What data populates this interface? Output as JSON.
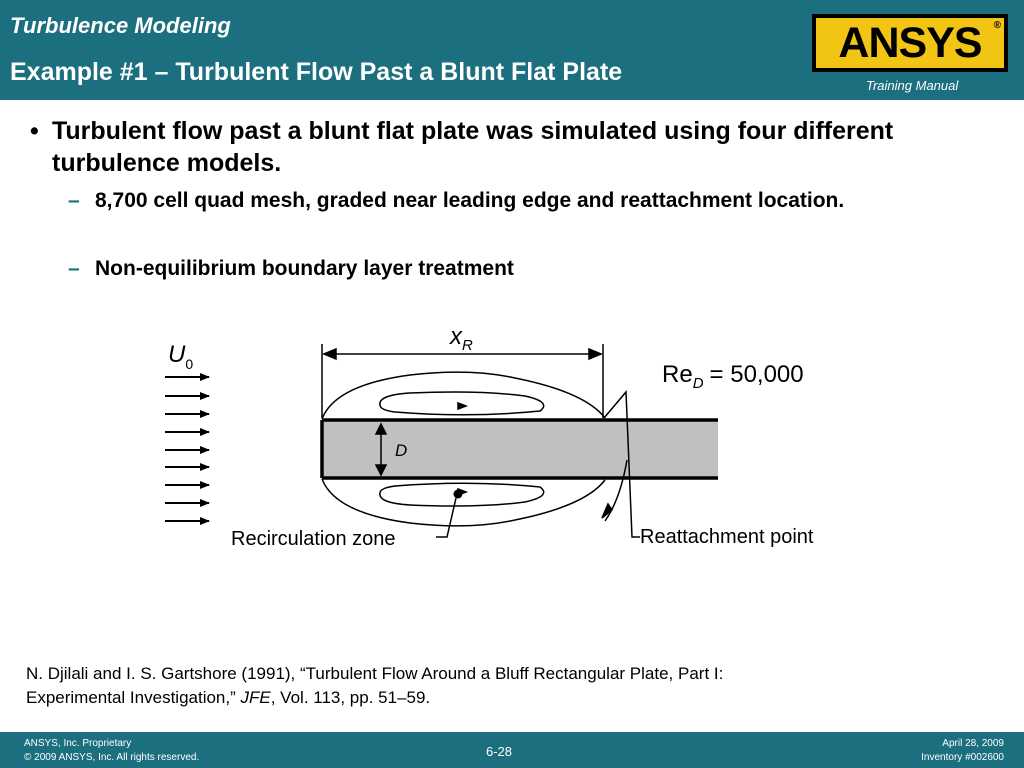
{
  "header": {
    "section": "Turbulence Modeling",
    "title": "Example #1 – Turbulent Flow Past a Blunt Flat Plate",
    "logo_text": "ANSYS",
    "logo_mark": "®",
    "training": "Training Manual"
  },
  "bullets": {
    "main": {
      "symbol": "•",
      "text": "Turbulent flow past a blunt flat plate was simulated using four different turbulence models."
    },
    "sub": [
      {
        "symbol": "–",
        "text": "8,700 cell quad mesh, graded near leading edge and reattachment location."
      },
      {
        "symbol": "–",
        "text": "Non-equilibrium boundary layer treatment"
      }
    ]
  },
  "diagram": {
    "u0_letter": "U",
    "u0_sub": "0",
    "xr_letter": "x",
    "xr_sub": "R",
    "d_label": "D",
    "re_main": "Re",
    "re_sub": "D",
    "re_eq": "= 50,000",
    "recirc_label": "Recirculation zone",
    "reattach_label": "Reattachment point",
    "colors": {
      "plate": "#c0c0c0",
      "lines": "#000000"
    }
  },
  "reference": {
    "part1": "N. Djilali and I. S. Gartshore (1991), “Turbulent Flow Around a Bluff Rectangular Plate, Part I: Experimental Investigation,” ",
    "journal": "JFE",
    "part2": ", Vol. 113, pp. 51–59."
  },
  "footer": {
    "left1": "ANSYS, Inc. Proprietary",
    "left2": "© 2009 ANSYS, Inc.  All rights reserved.",
    "page": "6-28",
    "right1": "April 28, 2009",
    "right2": "Inventory #002600"
  },
  "theme": {
    "header_bg": "#1b6f7e",
    "logo_yellow": "#f2c414"
  }
}
